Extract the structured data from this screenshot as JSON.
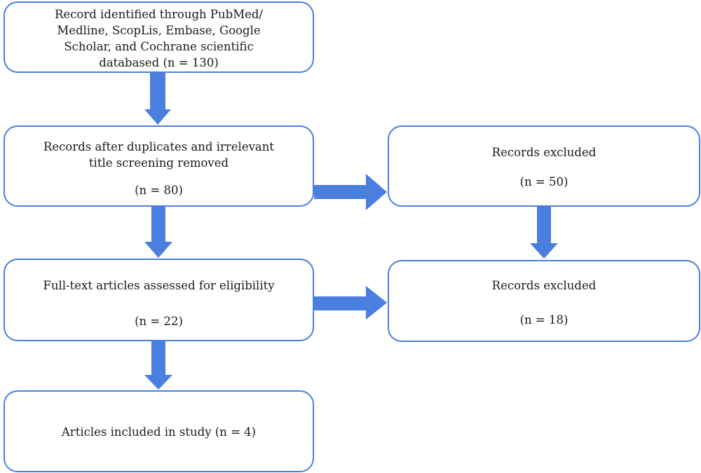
{
  "flowchart": {
    "identified": {
      "lines": [
        "Record identified through PubMed/",
        "Medline, ScopLis, Embase, Google",
        "Scholar, and Cochrane scientific",
        "databased (n = 130)"
      ]
    },
    "screened": {
      "lines": [
        "Records after duplicates and irrelevant",
        "title screening removed"
      ],
      "count": "(n = 80)"
    },
    "excluded_1": {
      "label": "Records excluded",
      "count": "(n = 50)"
    },
    "assessed": {
      "label": "Full-text articles assessed for eligibility",
      "count": "(n = 22)"
    },
    "excluded_2": {
      "label": "Records excluded",
      "count": "(n = 18)"
    },
    "included": {
      "label": "Articles included in study (n = 4)"
    },
    "colors": {
      "box_border": "#4a7fe0",
      "arrow": "#4a7fe0",
      "text": "#1a1a1a"
    }
  }
}
